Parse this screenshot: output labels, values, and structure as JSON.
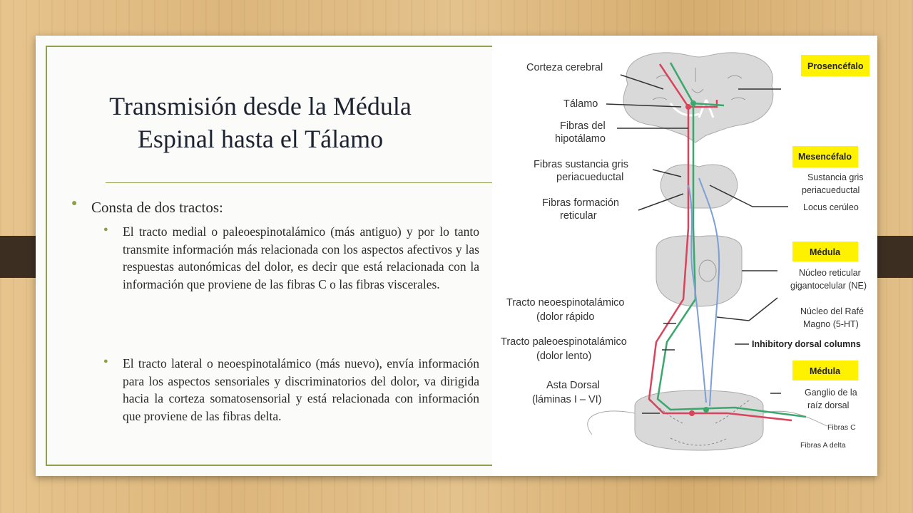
{
  "slide": {
    "title_line1": "Transmisión desde la Médula",
    "title_line2": "Espinal hasta el Tálamo",
    "bullet_main": "Consta de dos tractos:",
    "sub_bullets": [
      "El tracto medial o paleoespinotalámico (más antiguo) y por lo tanto transmite información más relacionada con los aspectos afectivos y las respuestas autonómicas del dolor, es decir que está relacionada con la información que proviene de las fibras C o las fibras viscerales.",
      "El tracto lateral o neoespinotalámico (más nuevo), envía información para los aspectos sensoriales y discriminatorios del dolor, va dirigida hacia la corteza somatosensorial y está relacionada con información que proviene de las fibras delta."
    ]
  },
  "diagram": {
    "left_labels": {
      "corteza": "Corteza cerebral",
      "talamo": "Tálamo",
      "hipot_1": "Fibras del",
      "hipot_2": "hipotálamo",
      "sustancia_1": "Fibras sustancia gris",
      "sustancia_2": "periacueductal",
      "formacion_1": "Fibras formación",
      "formacion_2": "reticular",
      "neo_1": "Tracto neoespinotalámico",
      "neo_2": "(dolor rápido",
      "paleo_1": "Tracto paleoespinotalámico",
      "paleo_2": "(dolor lento)",
      "asta_1": "Asta Dorsal",
      "asta_2": "(láminas I – VI)"
    },
    "right_boxes": {
      "prosencefalo": "Prosencéfalo",
      "mesencefalo": "Mesencéfalo",
      "medula_1": "Médula",
      "medula_2": "Médula"
    },
    "right_labels": {
      "sustancia_gris_1": "Sustancia gris",
      "sustancia_gris_2": "periacueductal",
      "locus": "Locus cerúleo",
      "nucleo_ret_1": "Núcleo reticular",
      "nucleo_ret_2": "gigantocelular (NE)",
      "rafe_1": "Núcleo del Rafé",
      "rafe_2": "Magno (5-HT)",
      "inhibitory": "Inhibitory dorsal columns",
      "ganglio_1": "Ganglio de la",
      "ganglio_2": "raíz dorsal",
      "fibras_c": "Fibras C",
      "fibras_a": "Fibras A delta"
    },
    "colors": {
      "highlight": "#fff200",
      "neo_tract": "#d9435b",
      "paleo_tract": "#3aa76d",
      "descending": "#7b9fd6",
      "tissue": "#d9d9d9",
      "accent": "#8ea04a"
    }
  }
}
